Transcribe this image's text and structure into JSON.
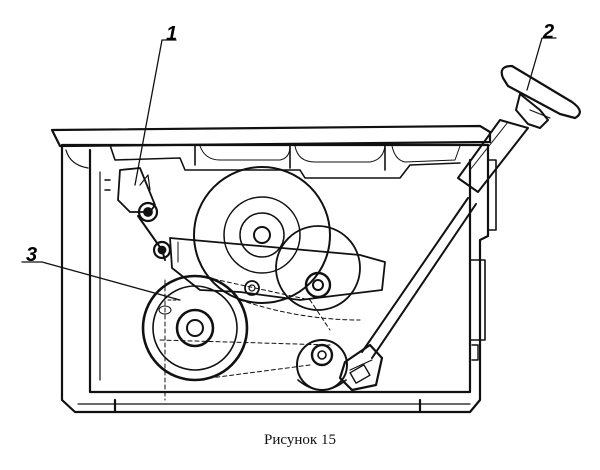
{
  "figure": {
    "caption": "Рисунок 15",
    "callouts": [
      "1",
      "2",
      "3"
    ]
  },
  "colors": {
    "ink": "#111111",
    "background": "#ffffff"
  }
}
